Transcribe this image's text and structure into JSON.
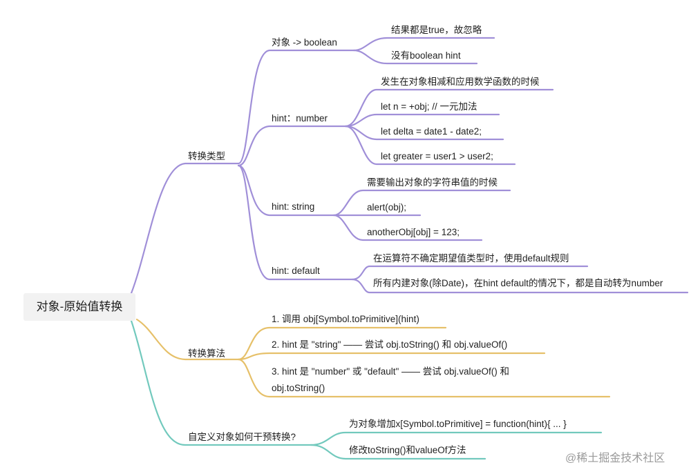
{
  "root": "对象-原始值转换",
  "colors": {
    "purple": "#a08fd8",
    "yellow": "#e6c069",
    "teal": "#72c9bd"
  },
  "branches": [
    {
      "label": "转换类型",
      "children": [
        {
          "label": "对象 -> boolean",
          "children": [
            "结果都是true，故忽略",
            "没有boolean hint"
          ]
        },
        {
          "label": "hint：number",
          "children": [
            "发生在对象相减和应用数学函数的时候",
            "let n = +obj; // 一元加法",
            "let delta = date1 - date2;",
            "let greater = user1 > user2;"
          ]
        },
        {
          "label": "hint: string",
          "children": [
            "需要输出对象的字符串值的时候",
            "alert(obj);",
            "anotherObj[obj] = 123;"
          ]
        },
        {
          "label": "hint: default",
          "children": [
            "在运算符不确定期望值类型时，使用default规则",
            "所有内建对象(除Date)，在hint default的情况下，都是自动转为number"
          ]
        }
      ]
    },
    {
      "label": "转换算法",
      "children": [
        "1. 调用 obj[Symbol.toPrimitive](hint)",
        "2. hint 是 \"string\" —— 尝试 obj.toString() 和 obj.valueOf()",
        "3.  hint 是 \"number\" 或 \"default\" —— 尝试 obj.valueOf() 和",
        "obj.toString()"
      ]
    },
    {
      "label": "自定义对象如何干预转换?",
      "children": [
        "为对象增加x[Symbol.toPrimitive] = function(hint){ ... }",
        "修改toString()和valueOf方法"
      ]
    }
  ],
  "watermark": "@稀土掘金技术社区"
}
